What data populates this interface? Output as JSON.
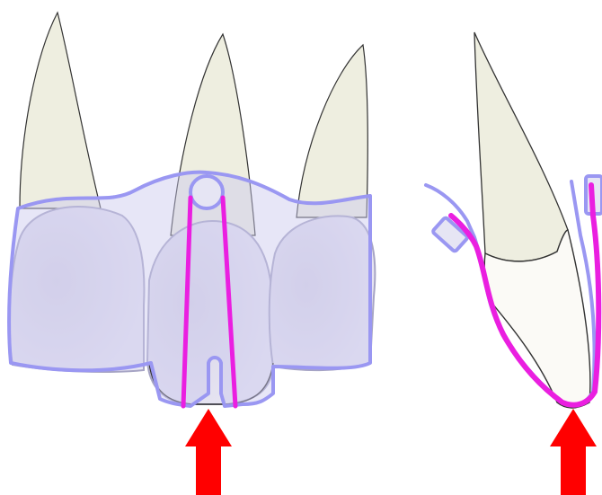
{
  "figure": {
    "description_visible_text": "",
    "views": [
      {
        "id": "front",
        "teeth": 3,
        "wire_pieces": 2
      },
      {
        "id": "side",
        "teeth": 1,
        "wire_pieces": 1
      }
    ],
    "arrows": [
      {
        "id": "front-arrow",
        "direction": "up"
      },
      {
        "id": "side-arrow",
        "direction": "up"
      }
    ]
  },
  "colors": {
    "background": "#ffffff",
    "root": "#eeeee0",
    "crown": "#e3e1ef",
    "crown_shadow": "#d6d3e6",
    "outline": "#333333",
    "splint_fill": "#c9c7ee",
    "splint_stroke": "#9a97f2",
    "wire": "#ea1fe0",
    "arrow": "#ff0000",
    "side_crown": "#fbfaf6"
  }
}
